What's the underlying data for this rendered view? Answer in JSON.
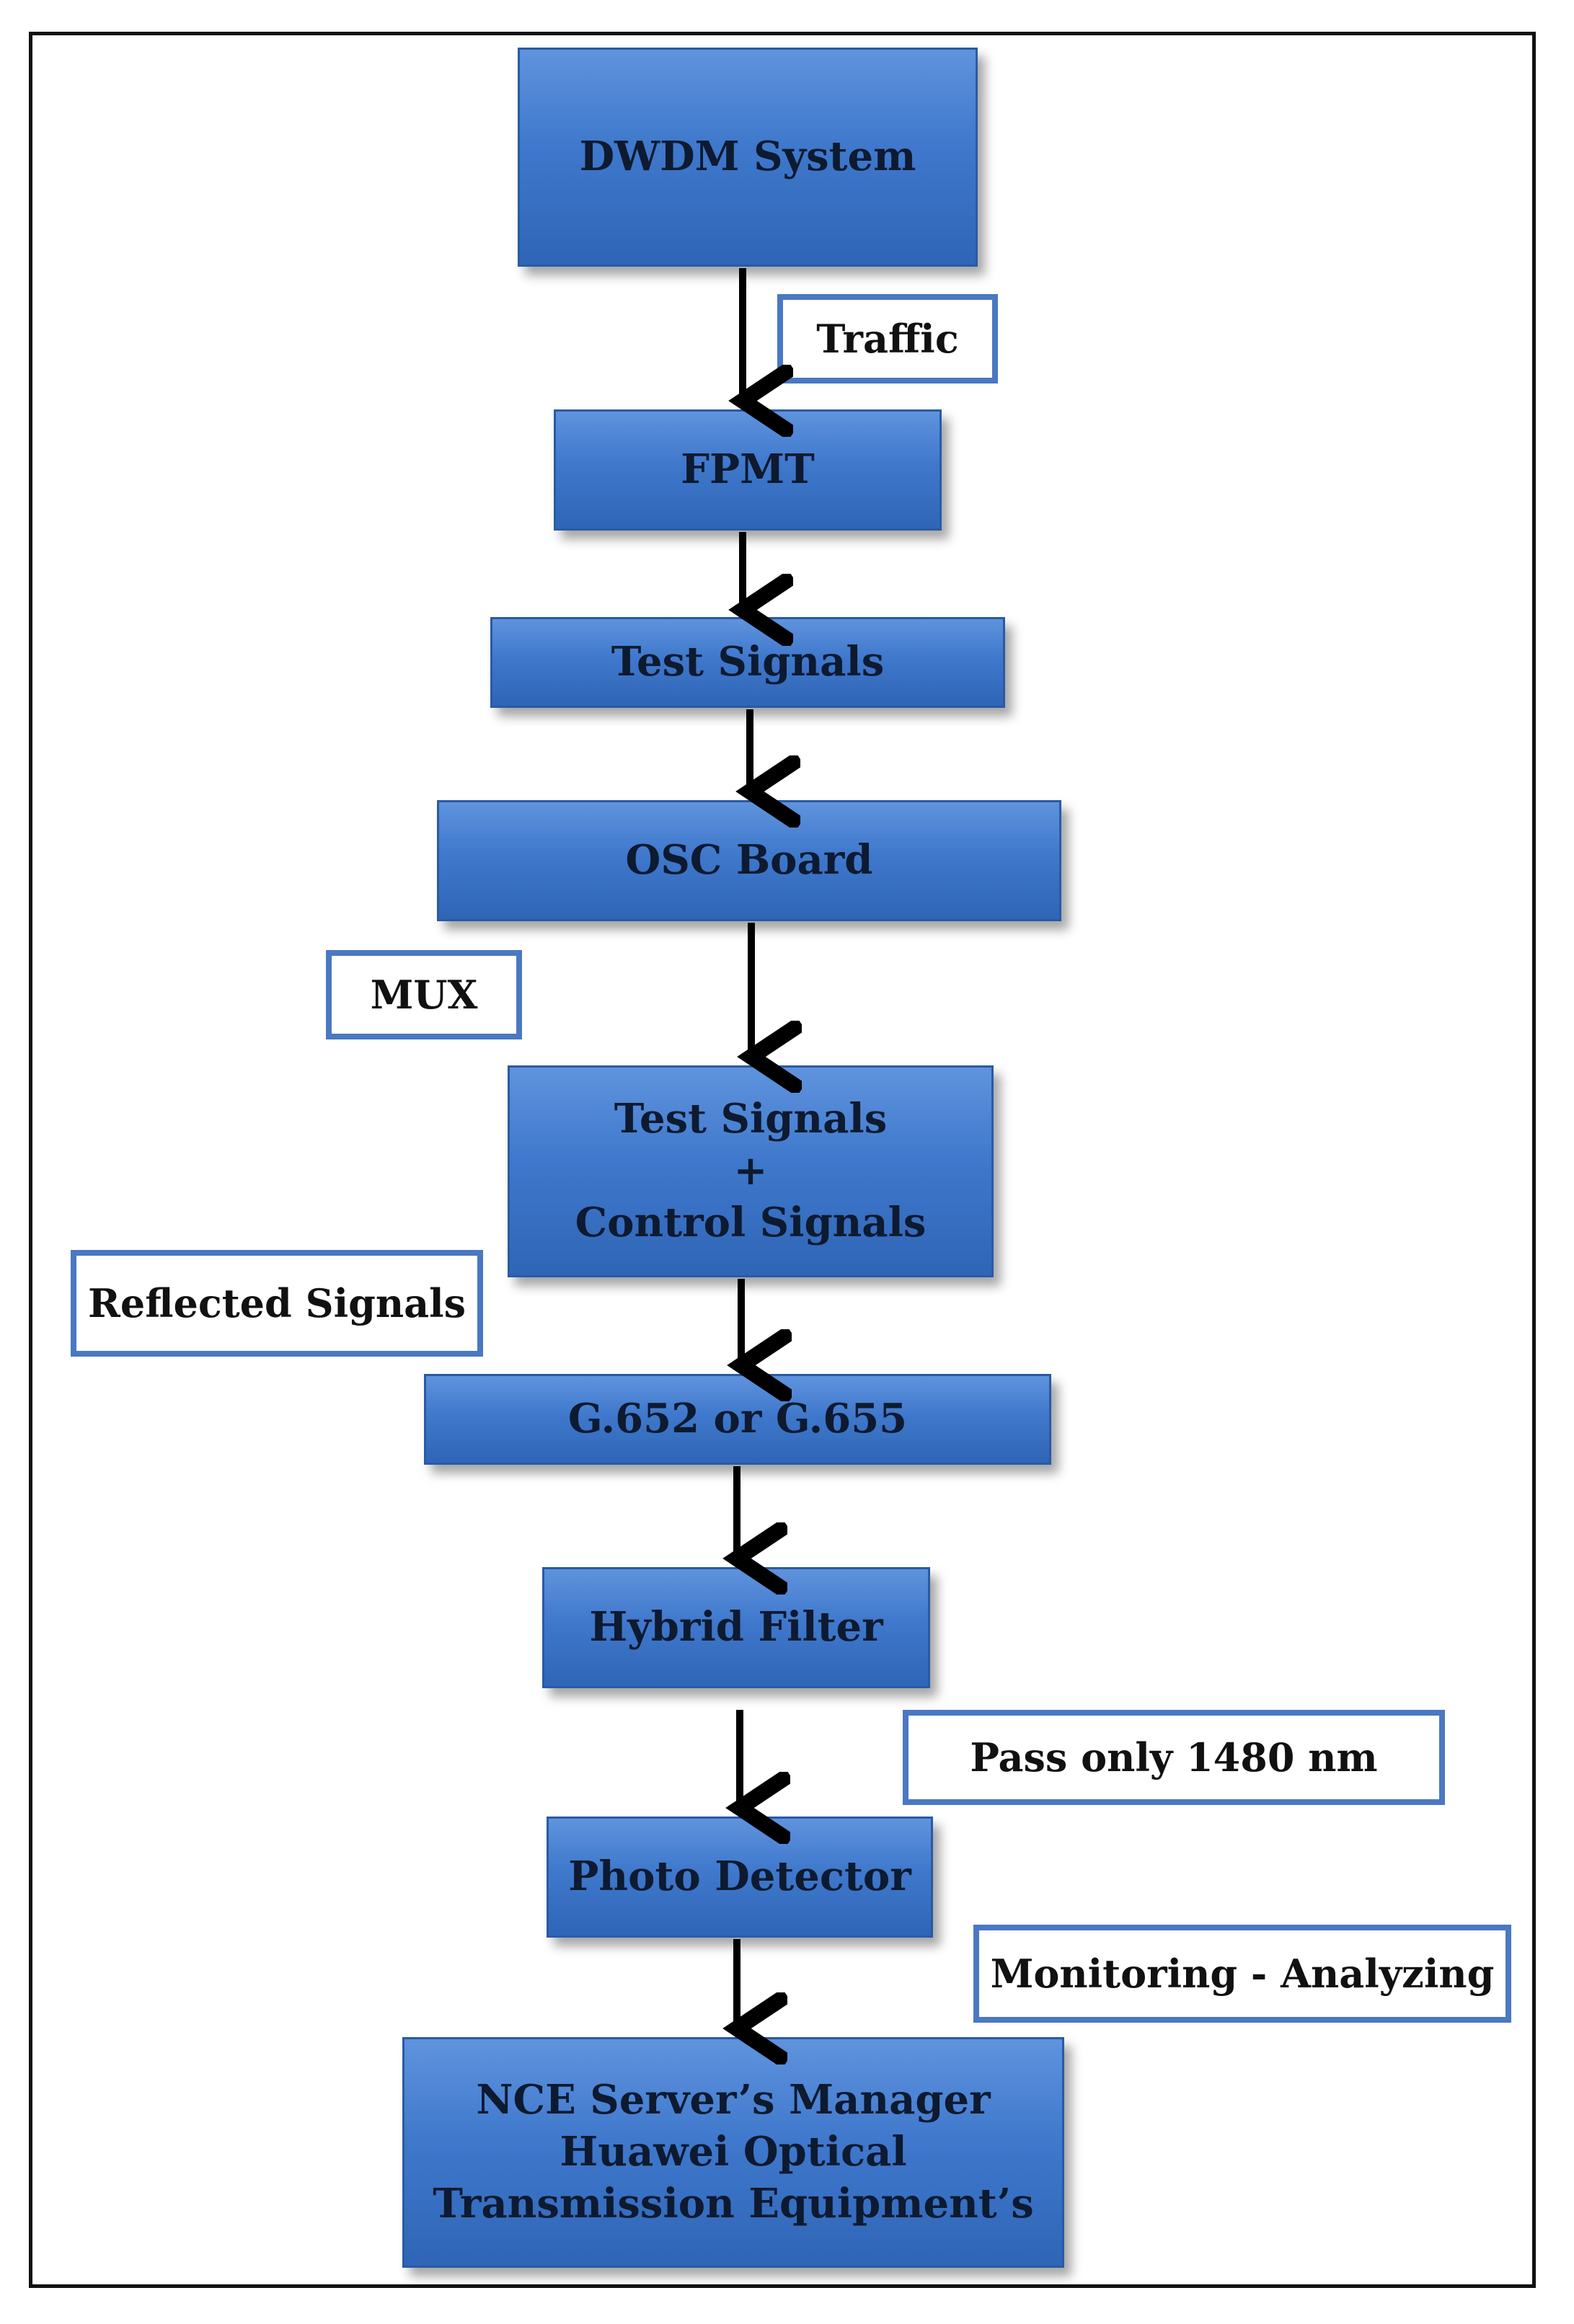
{
  "nodes": {
    "dwdm": "DWDM System",
    "fpmt": "FPMT",
    "test1": "Test Signals",
    "osc": "OSC Board",
    "mux_line1": "Test Signals",
    "mux_line2": "+",
    "mux_line3": "Control Signals",
    "fiber": "G.652 or G.655",
    "hybrid": "Hybrid Filter",
    "pd": "Photo Detector",
    "nce_line1": "NCE Server’s Manager",
    "nce_line2": "Huawei Optical",
    "nce_line3": "Transmission Equipment’s"
  },
  "labels": {
    "traffic": "Traffic",
    "mux": "MUX",
    "reflected": "Reflected Signals",
    "pass": "Pass only 1480 nm",
    "monitoring": "Monitoring - Analyzing"
  },
  "colors": {
    "box_fill": "#3f78cc",
    "box_border": "#2a5aa5",
    "label_border": "#4a78c2",
    "arrow": "#000000"
  }
}
